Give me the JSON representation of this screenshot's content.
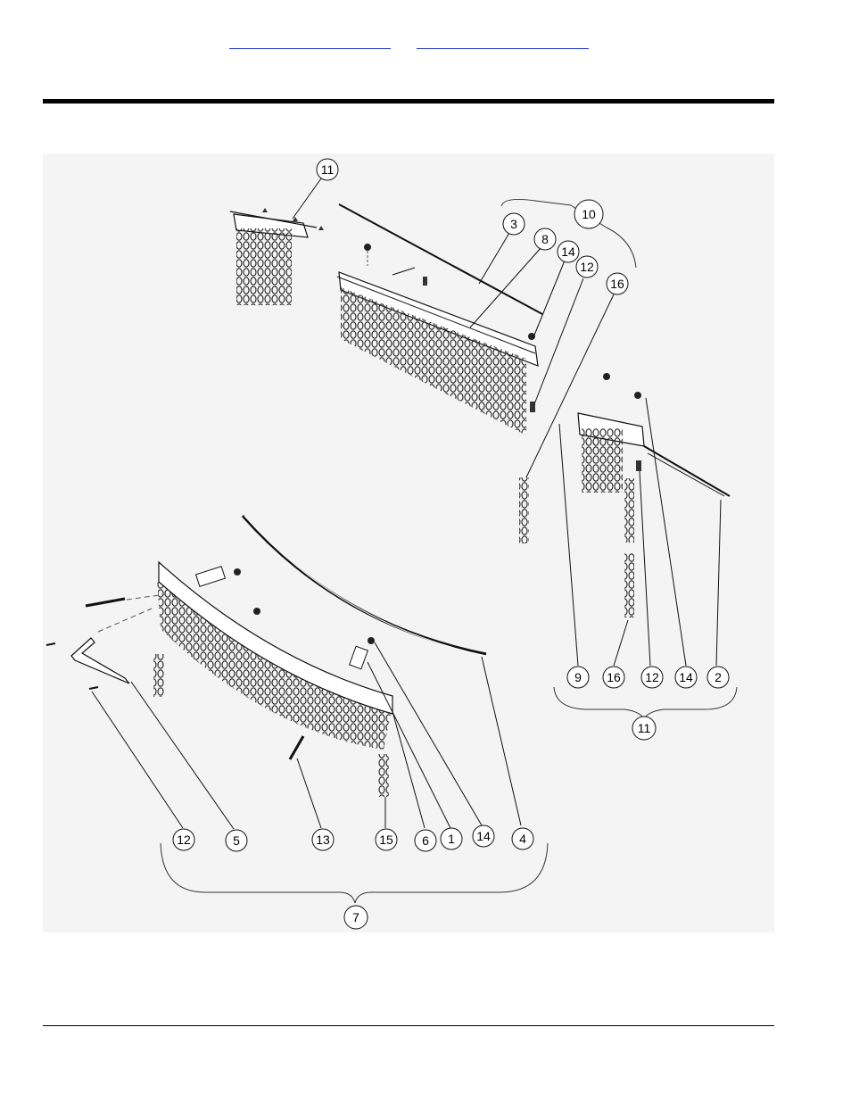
{
  "header": {
    "links": [
      "",
      ""
    ]
  },
  "figure": {
    "callouts": [
      {
        "id": "c11a",
        "label": "11"
      },
      {
        "id": "c10",
        "label": "10"
      },
      {
        "id": "c3",
        "label": "3"
      },
      {
        "id": "c8",
        "label": "8"
      },
      {
        "id": "c14a",
        "label": "14"
      },
      {
        "id": "c12a",
        "label": "12"
      },
      {
        "id": "c16a",
        "label": "16"
      },
      {
        "id": "c9",
        "label": "9"
      },
      {
        "id": "c16b",
        "label": "16"
      },
      {
        "id": "c12b",
        "label": "12"
      },
      {
        "id": "c14b",
        "label": "14"
      },
      {
        "id": "c2",
        "label": "2"
      },
      {
        "id": "c11b",
        "label": "11"
      },
      {
        "id": "c12c",
        "label": "12"
      },
      {
        "id": "c5",
        "label": "5"
      },
      {
        "id": "c13",
        "label": "13"
      },
      {
        "id": "c15",
        "label": "15"
      },
      {
        "id": "c6",
        "label": "6"
      },
      {
        "id": "c1",
        "label": "1"
      },
      {
        "id": "c14c",
        "label": "14"
      },
      {
        "id": "c4",
        "label": "4"
      },
      {
        "id": "c7",
        "label": "7"
      }
    ]
  }
}
